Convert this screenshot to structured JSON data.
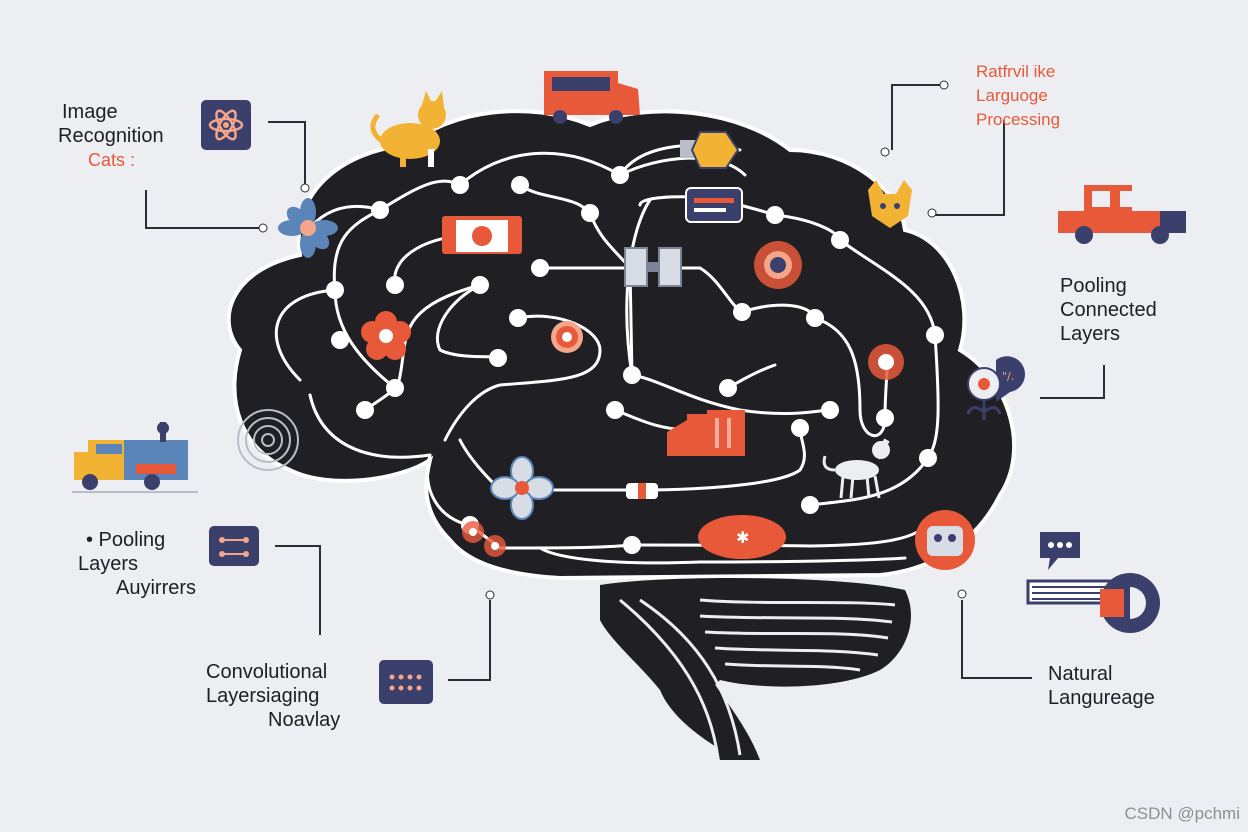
{
  "labels": {
    "image_recognition": {
      "line1": "Image",
      "line2": "Recognition",
      "line3": "Cats :"
    },
    "nlp": {
      "line1": "Ratfrvil ike",
      "line2": "Larguoge",
      "line3": "Processing"
    },
    "pooling_connected": {
      "line1": "Pooling",
      "line2": "Connected",
      "line3": "Layers"
    },
    "pooling_layers": {
      "line1": "• Pooling",
      "line2": "Layers",
      "line3": "Auyirrers"
    },
    "convolutional": {
      "line1": "Convolutional",
      "line2": "Layersiaging",
      "line3": "Noavlay"
    },
    "natural_language": {
      "line1": "Natural",
      "line2": "Langureage"
    }
  },
  "watermark": "CSDN @pchmi",
  "colors": {
    "background": "#ECEEF1",
    "brain": "#1F1F24",
    "circuit": "#FFFFFF",
    "accent": "#E8593A",
    "navy": "#3B3F6B",
    "yellow": "#F2B233",
    "blue": "#5B84B8"
  },
  "icons": [
    "atom-icon",
    "car-icon",
    "truck-icon",
    "cat-icon",
    "flower-icon",
    "chat-icon",
    "bus-icon",
    "gear-icon",
    "dots-icon",
    "grid-icon",
    "fingerprint-icon"
  ]
}
